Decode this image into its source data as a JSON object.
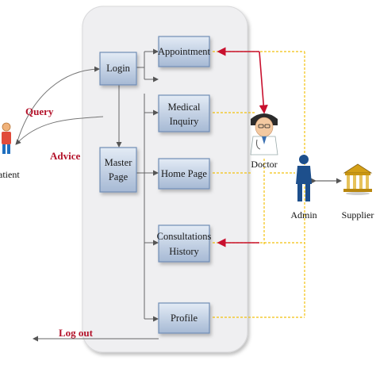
{
  "nodes": {
    "login": [
      "Login"
    ],
    "master_page": [
      "Master",
      "Page"
    ],
    "appointment": [
      "Appointment"
    ],
    "medical_inquiry": [
      "Medical",
      "Inquiry"
    ],
    "home_page": [
      "Home Page"
    ],
    "consultations_history": [
      "Consultations",
      "History"
    ],
    "profile": [
      "Profile"
    ]
  },
  "actors": {
    "patient": "atient",
    "doctor": "Doctor",
    "admin": "Admin",
    "supplier": "Supplier"
  },
  "flows": {
    "query": "Query",
    "advice": "Advice",
    "log_out": "Log out"
  },
  "colors": {
    "box_fill_top": "#dde6f2",
    "box_fill_bottom": "#a9bcd6",
    "box_border": "#6f8db5",
    "panel_fill": "#f1f1f2",
    "red_arrow": "#c8102e",
    "yellow_dashed": "#f2c10f",
    "label_red": "#b3122a",
    "line_gray": "#666666"
  },
  "icons": {
    "patient": "person-icon",
    "doctor": "doctor-icon",
    "admin": "person-icon",
    "supplier": "bank-building-icon"
  }
}
